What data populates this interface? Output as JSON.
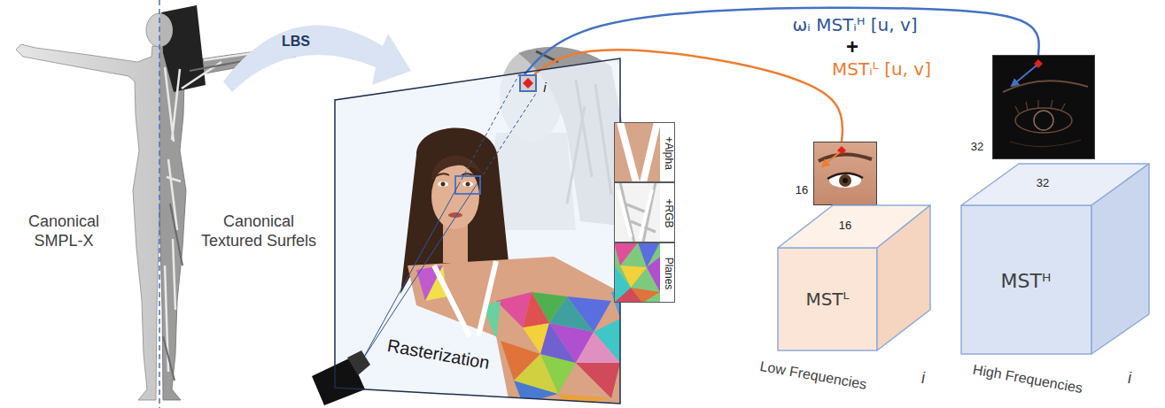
{
  "diagram": {
    "nodes": [
      {
        "text": [
          "Rasterization"
        ]
      },
      {
        "text": [
          "+Alpha"
        ],
        "in": 0
      },
      {
        "text": [
          "+RGB"
        ],
        "in": 0
      },
      {
        "text": [
          "Planes"
        ],
        "in": 0
      },
      {
        "text": [
          "i"
        ]
      },
      {
        "text": [
          "16",
          "16"
        ]
      },
      {
        "text": [
          "MSTᴸ",
          "Low Frequencies",
          "i"
        ]
      },
      {
        "text": [
          "32",
          "32"
        ]
      },
      {
        "text": [
          "MSTᴴ",
          "High Frequencies",
          "i"
        ]
      }
    ],
    "edges": [
      {
        "from": 4,
        "to": 7,
        "label": "ωᵢ MSTᵢᴴ [u, v]",
        "arrow": "none"
      },
      {
        "from": 4,
        "to": 5,
        "label": "MSTᵢᴸ [u, v]",
        "arrow": "none"
      }
    ],
    "labels": [
      "Canonical SMPL-X",
      "Canonical Textured Surfels",
      "LBS",
      "+"
    ]
  }
}
